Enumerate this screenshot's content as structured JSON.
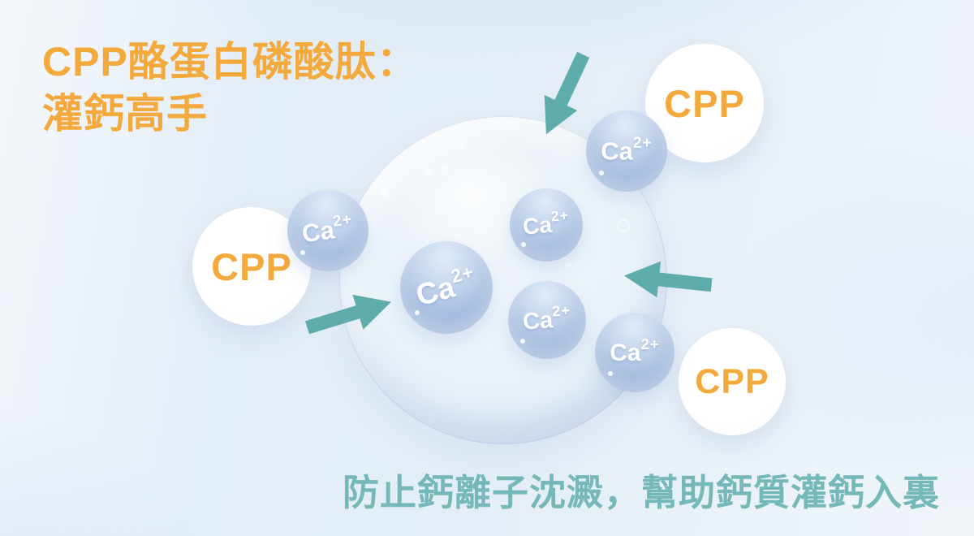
{
  "title": {
    "line1": "CPP酪蛋白磷酸肽：",
    "line2": "灌鈣高手"
  },
  "caption": {
    "text": "防止鈣離子沈澱，幫助鈣質灌鈣入裏"
  },
  "cpp": {
    "label": "CPP",
    "count": 3
  },
  "ion": {
    "base": "Ca",
    "charge": "2+",
    "count": 6
  },
  "colors": {
    "accent_orange": "#F4A93C",
    "arrow_teal": "#5FADAA",
    "caption_teal": "#74B8B7",
    "ion_sphere_blue": "#9DB7DC",
    "bubble_rim_blue": "#A0B6DA",
    "background_blue": "#E6EFF6",
    "cpp_circle_white": "#FFFFFF",
    "ion_text_white": "#FFFFFF"
  }
}
